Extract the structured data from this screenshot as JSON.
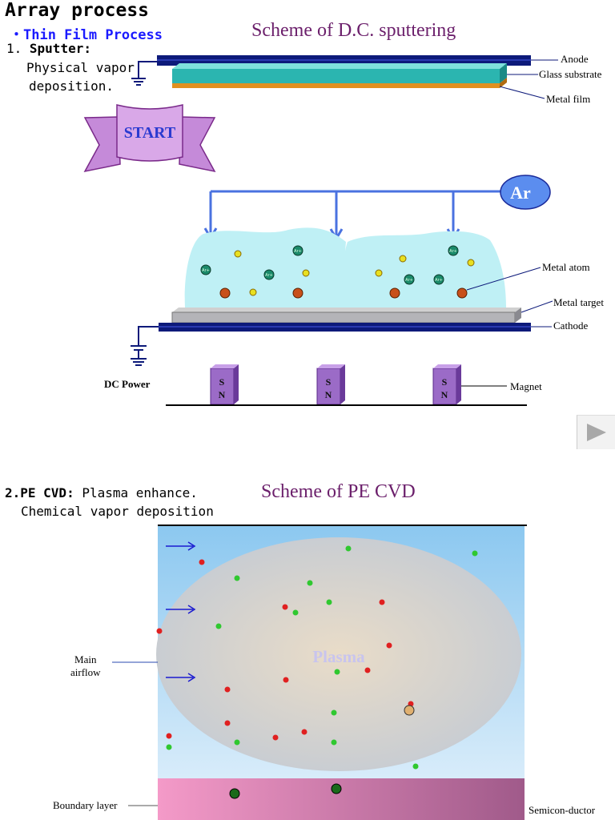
{
  "header": {
    "title": "Array process",
    "subtitle": "Thin Film Process",
    "bullet": "・"
  },
  "sputter": {
    "number": "1.",
    "name": "Sputter:",
    "desc_line1": "Physical vapor",
    "desc_line2": "deposition.",
    "scheme_title": "Scheme of D.C. sputtering",
    "start_label": "START",
    "ar_label": "Ar",
    "ion_label": "Ar+",
    "labels": {
      "anode": "Anode",
      "glass_substrate": "Glass substrate",
      "metal_film": "Metal film",
      "metal_atom": "Metal atom",
      "metal_target": "Metal target",
      "cathode": "Cathode",
      "dc_power": "DC Power",
      "magnet": "Magnet"
    },
    "magnet_poles": [
      "S",
      "N"
    ]
  },
  "pecvd": {
    "number": "2.",
    "name": "PE CVD:",
    "desc_line1": "Plasma enhance.",
    "desc_line2": "Chemical vapor deposition",
    "scheme_title": "Scheme of PE CVD",
    "plasma_label": "Plasma",
    "labels": {
      "main_airflow_line1": "Main",
      "main_airflow_line2": "airflow",
      "boundary_layer": "Boundary layer",
      "semiconductor": "Semicon-ductor"
    }
  },
  "colors": {
    "title_purple": "#6b1f6b",
    "subtitle_blue": "#1a1aff",
    "electrode_navy": "#0d1a7a",
    "glass_teal": "#2bb5b0",
    "metal_film_orange": "#e09020",
    "plasma_cyan": "#bff0f5",
    "ar_blue": "#5b8def",
    "magnet_purple": "#9b6bc7"
  },
  "icons": {
    "next": "play-triangle-icon"
  }
}
